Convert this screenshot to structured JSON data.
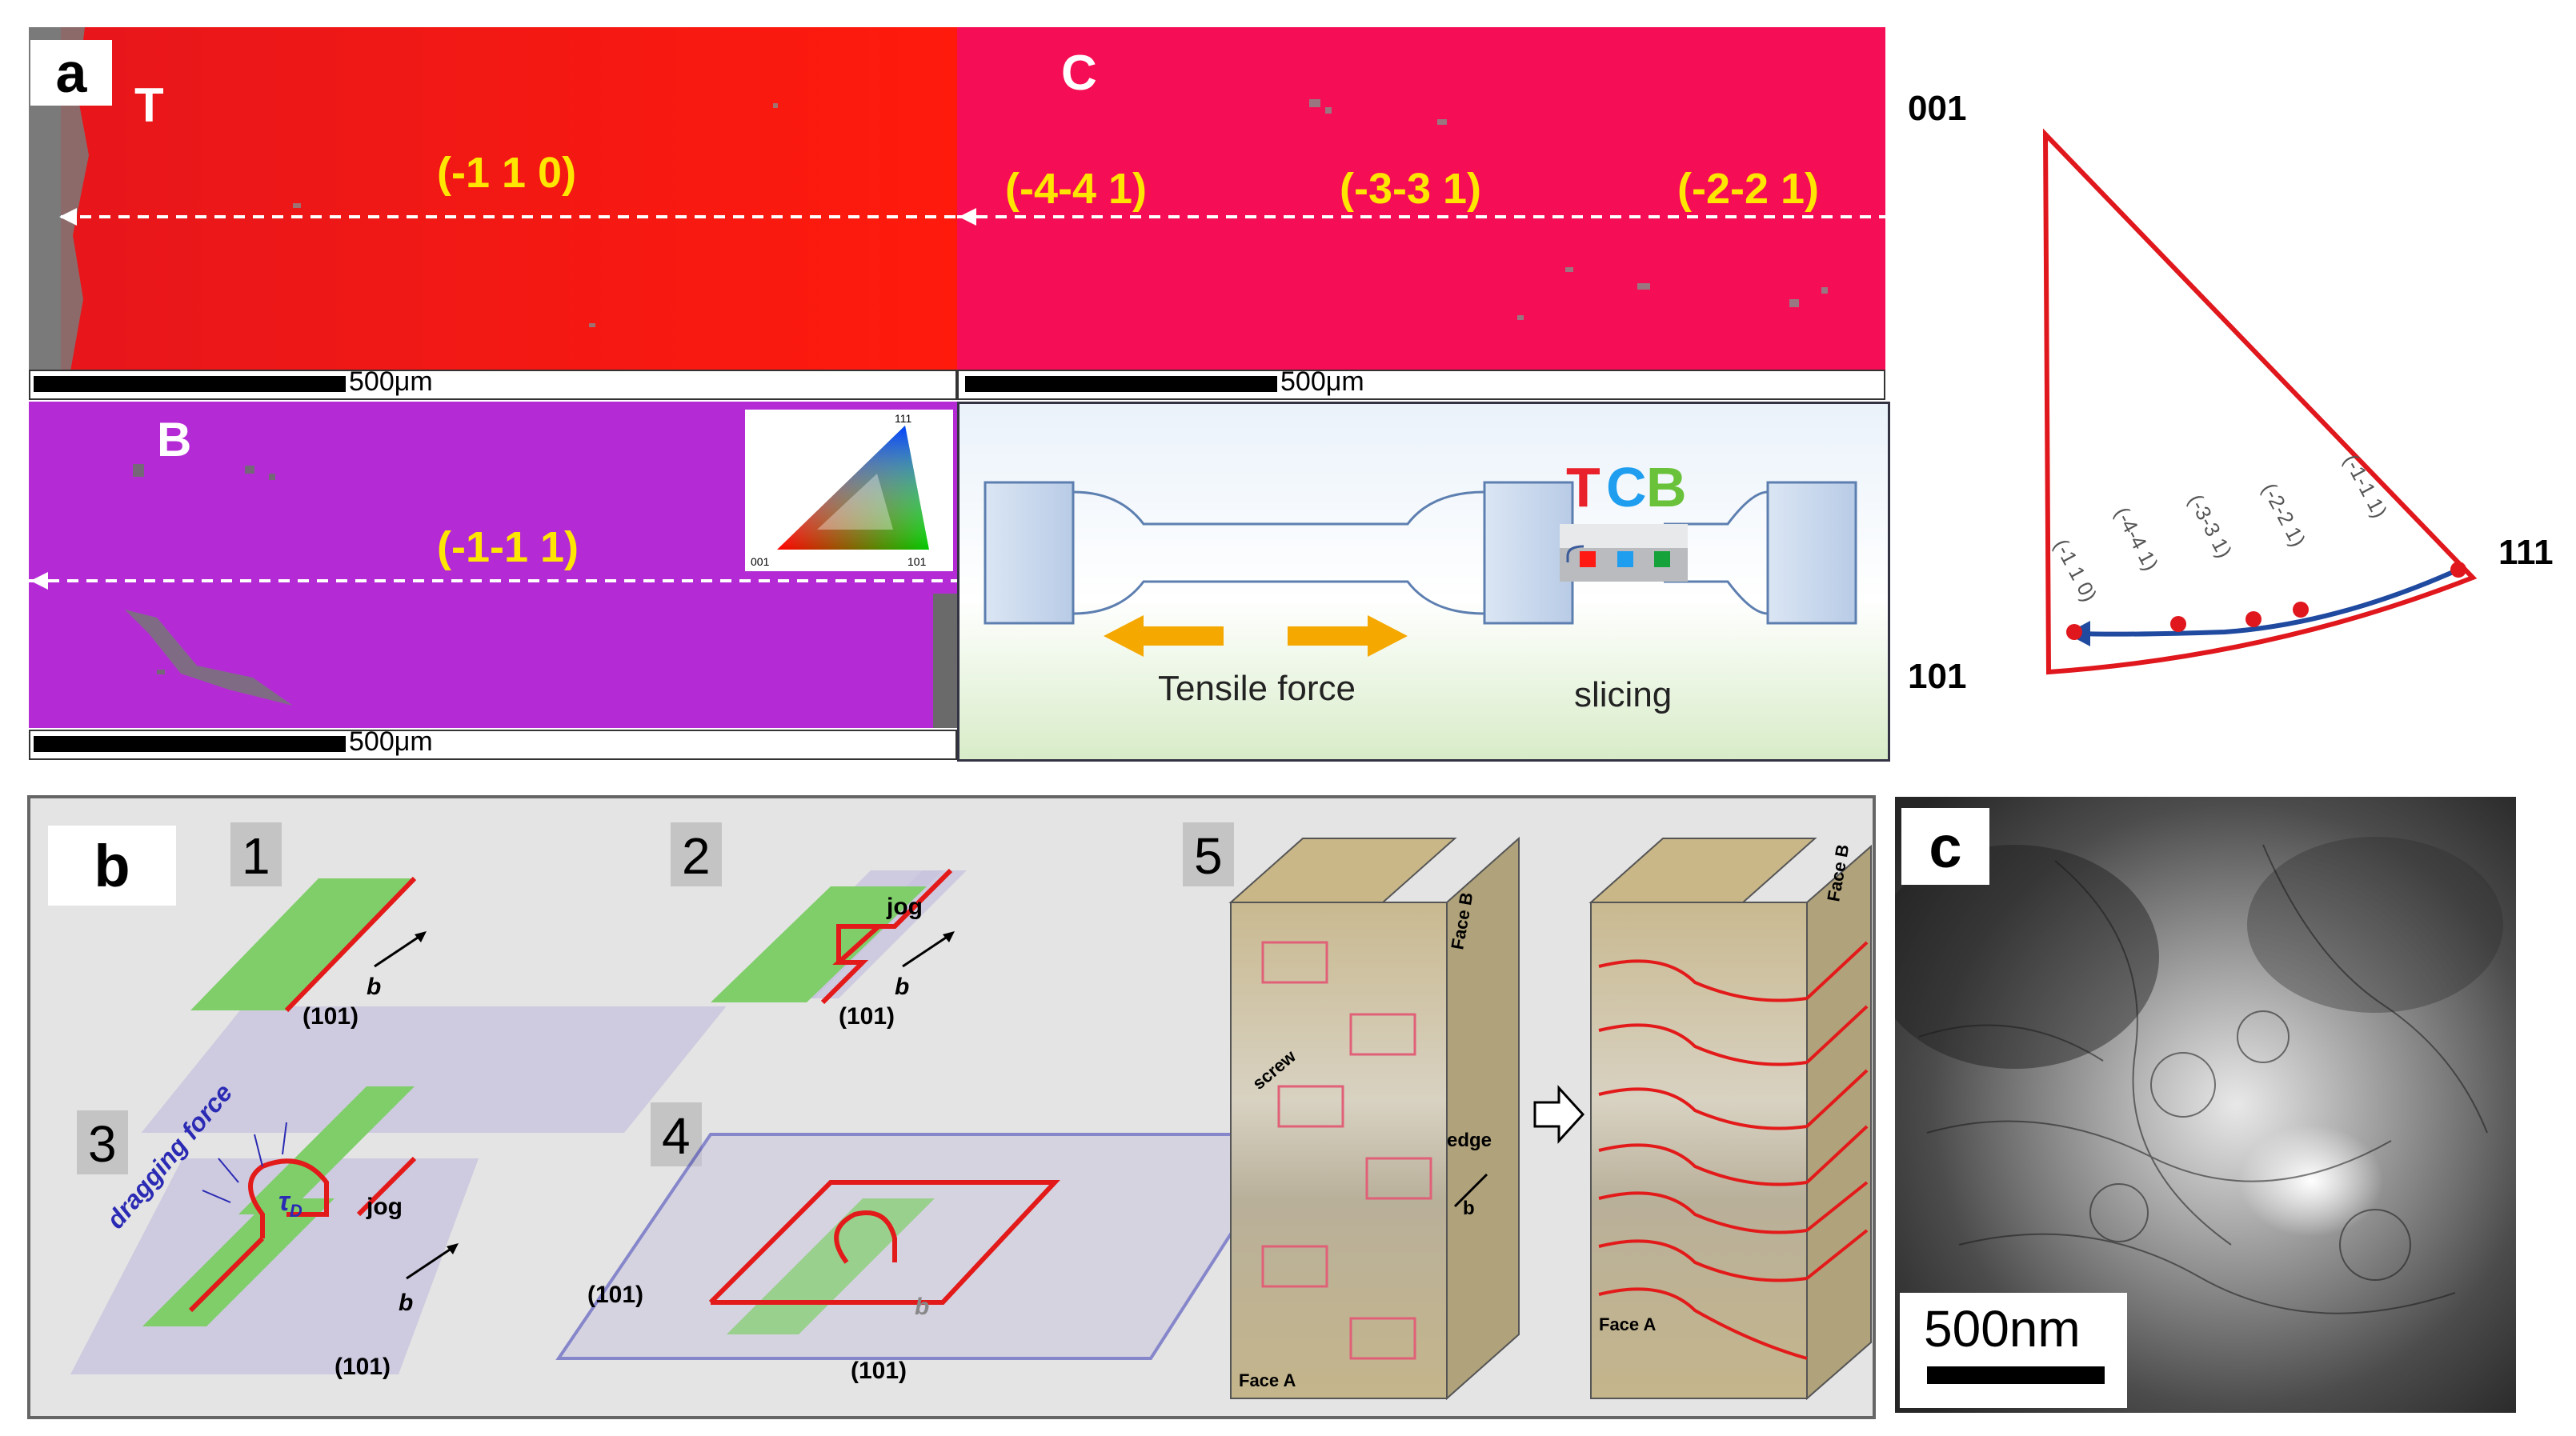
{
  "panel_a": {
    "letter": "a",
    "maps": {
      "T": {
        "label": "T",
        "orientation": "(-1 1 0)",
        "scale": "500μm"
      },
      "C": {
        "label": "C",
        "orientations": [
          "(-4-4 1)",
          "(-3-3 1)",
          "(-2-2 1)"
        ],
        "scale": "500μm"
      },
      "B": {
        "label": "B",
        "orientation": "(-1-1 1)",
        "scale": "500μm"
      }
    },
    "ipf_key": {
      "top": "111",
      "left": "001",
      "right": "101"
    },
    "schematic": {
      "tcb_letters": [
        "T",
        "C",
        "B"
      ],
      "tensile_label": "Tensile force",
      "slicing_label": "slicing"
    },
    "ipf_triangle": {
      "corner_001": "001",
      "corner_101": "101",
      "corner_111": "111",
      "path_labels": [
        "(-1 1 0)",
        "(-4-4 1)",
        "(-3-3 1)",
        "(-2-2 1)",
        "(-1-1 1)"
      ]
    },
    "colors": {
      "T": "#ff1a14",
      "C": "#f50d55",
      "B": "#b42bd6",
      "orientation_text": "#ffe600",
      "triangle": "#e0171c",
      "path": "#1f4aa0"
    }
  },
  "panel_b": {
    "letter": "b",
    "steps": [
      "1",
      "2",
      "3",
      "4",
      "5"
    ],
    "plane_label": "(101)",
    "burgers_label": "b",
    "jog_label": "jog",
    "dragging_force": "dragging force",
    "tau": "τ",
    "tau_sub": "D",
    "screw_label": "screw",
    "edge_label": "edge",
    "face_a": "Face A",
    "face_b": "Face B"
  },
  "panel_c": {
    "letter": "c",
    "scale": "500nm"
  }
}
